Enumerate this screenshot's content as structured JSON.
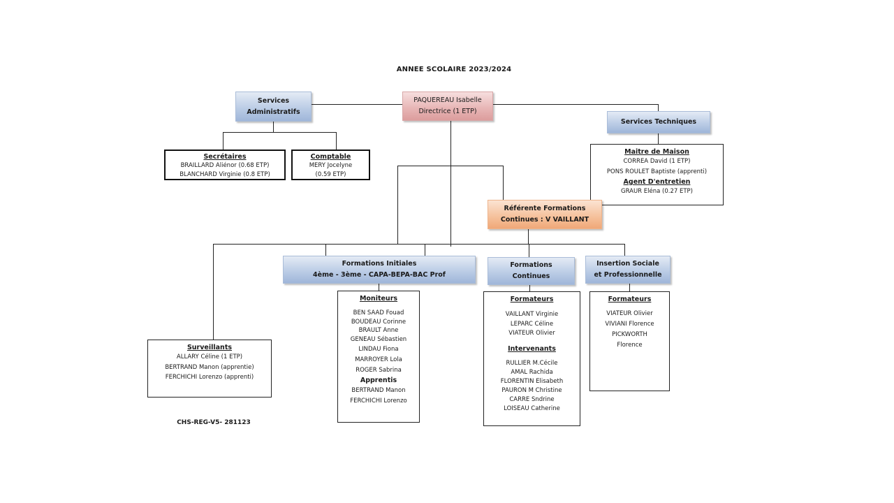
{
  "title": "ANNEE SCOLAIRE 2023/2024",
  "reference_code": "CHS-REG-V5- 281123",
  "colors": {
    "service_blue": "#bccde6",
    "director_red": "#e7b4b4",
    "referent_orange": "#f5c09a",
    "line": "#222222"
  },
  "director": {
    "name": "PAQUEREAU Isabelle",
    "role": "Directrice (1 ETP)"
  },
  "services_administratifs": {
    "label_line1": "Services",
    "label_line2": "Administratifs",
    "secretaires": {
      "header": "Secrétaires",
      "members": [
        "BRAILLARD Aliénor  (0.68 ETP)",
        "BLANCHARD Virginie (0.8 ETP)"
      ]
    },
    "comptable": {
      "header": "Comptable",
      "members": [
        "MERY Jocelyne",
        "(0.59 ETP)"
      ]
    }
  },
  "services_techniques": {
    "label": "Services Techniques",
    "maitre_de_maison": {
      "header": "Maitre de Maison",
      "members": [
        "CORREA David (1 ETP)",
        "PONS ROULET Baptiste (apprenti)"
      ]
    },
    "agent_entretien": {
      "header": "Agent D'entretien",
      "members": [
        "GRAUR Eléna (0.27 ETP)"
      ]
    }
  },
  "referente": {
    "line1": "Référente Formations",
    "line2": "Continues : V VAILLANT"
  },
  "formations_initiales": {
    "line1": "Formations Initiales",
    "line2": "4ème  - 3ème - CAPA-BEPA-BAC Prof",
    "moniteurs": {
      "header": "Moniteurs",
      "members": [
        "BEN SAAD Fouad",
        "BOUDEAU Corinne",
        "BRAULT Anne",
        "GENEAU Sébastien",
        "LINDAU Fiona",
        "MARROYER Lola",
        "ROGER Sabrina"
      ]
    },
    "apprentis": {
      "header": "Apprentis",
      "members": [
        "BERTRAND Manon",
        "FERCHICHI Lorenzo"
      ]
    }
  },
  "formations_continues": {
    "line1": "Formations",
    "line2": "Continues",
    "formateurs": {
      "header": "Formateurs",
      "members": [
        "VAILLANT Virginie",
        "LEPARC Céline",
        "VIATEUR Olivier"
      ]
    },
    "intervenants": {
      "header": "Intervenants",
      "members": [
        "RULLIER M.Cécile",
        "AMAL Rachida",
        "FLORENTIN Elisabeth",
        "PAURON M Christine",
        "CARRE Sndrine",
        "LOISEAU Catherine"
      ]
    }
  },
  "insertion": {
    "line1": "Insertion Sociale",
    "line2": "et Professionnelle",
    "formateurs": {
      "header": "Formateurs",
      "members": [
        "VIATEUR Olivier",
        "VIVIANI Florence",
        "PICKWORTH",
        "Florence"
      ]
    }
  },
  "surveillants": {
    "header": "Surveillants",
    "members": [
      "ALLARY Céline (1 ETP)",
      "BERTRAND Manon (apprentie)",
      "FERCHICHI Lorenzo (apprenti)"
    ]
  }
}
